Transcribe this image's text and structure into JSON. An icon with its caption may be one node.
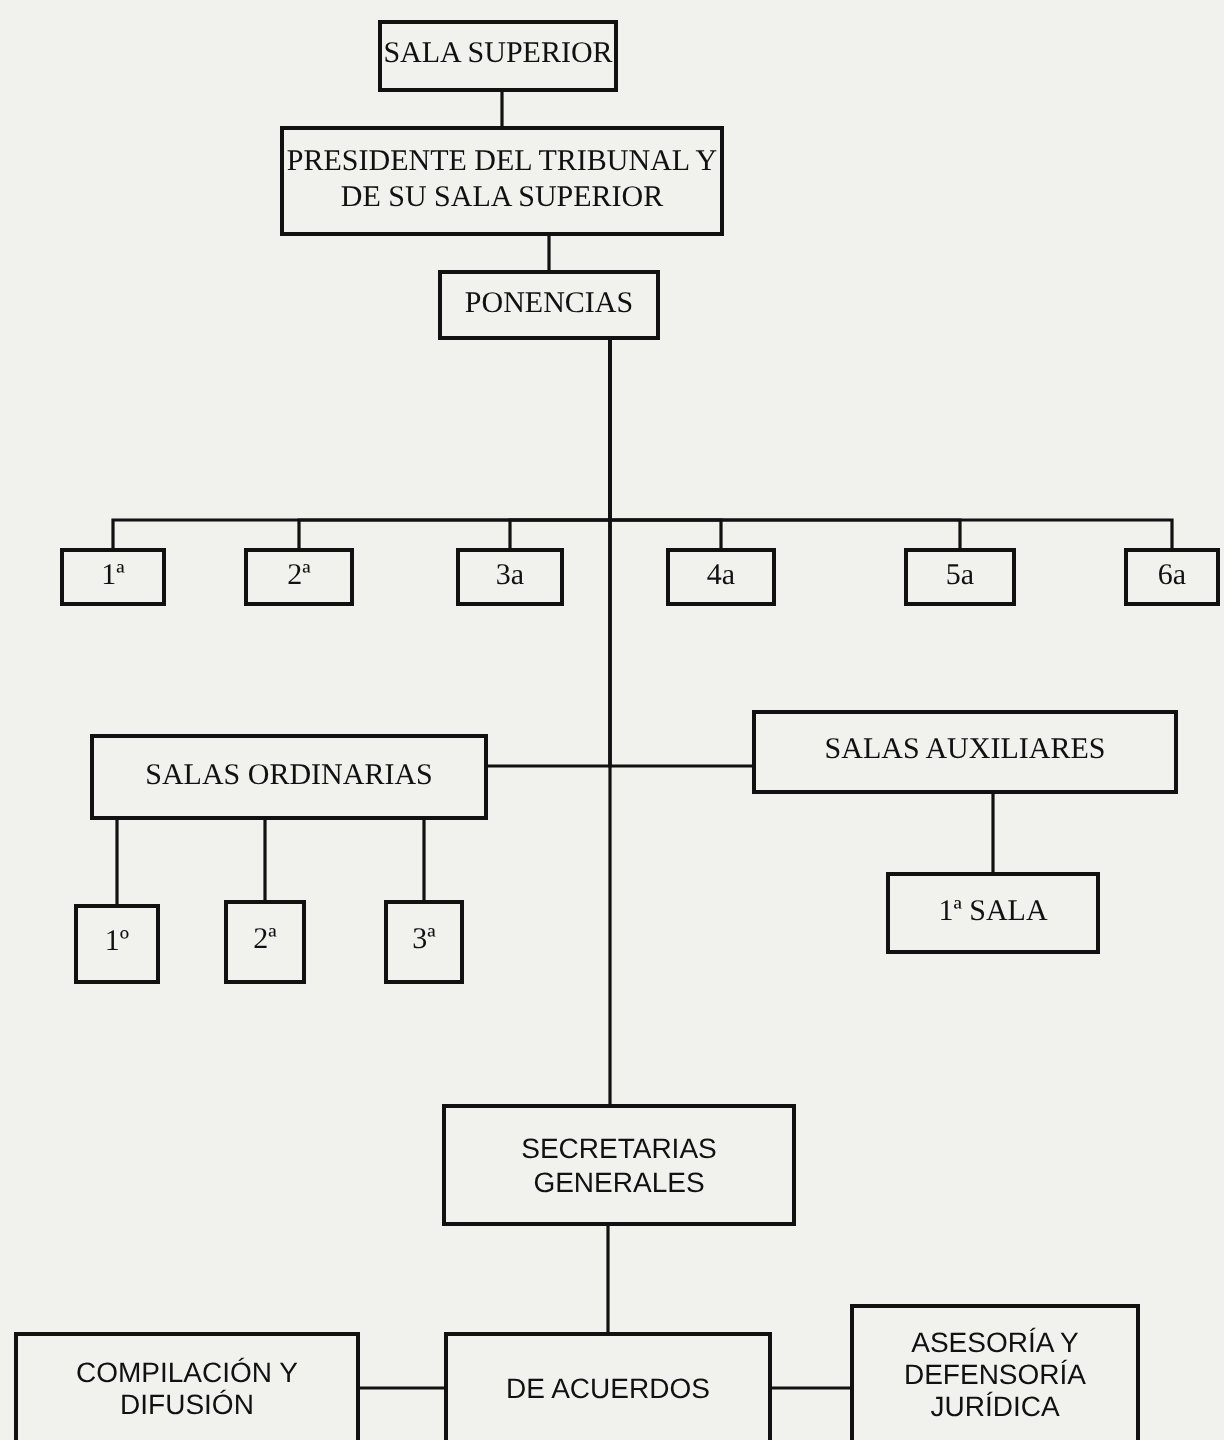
{
  "diagram": {
    "nodes": [
      {
        "text": [
          "SALA SUPERIOR"
        ]
      },
      {
        "text": [
          "PRESIDENTE DEL TRIBUNAL Y DE SU SALA SUPERIOR"
        ]
      },
      {
        "text": [
          "PONENCIAS"
        ]
      },
      {
        "text": [
          "1ª"
        ]
      },
      {
        "text": [
          "2ª"
        ]
      },
      {
        "text": [
          "3a"
        ]
      },
      {
        "text": [
          "4a"
        ]
      },
      {
        "text": [
          "5a"
        ]
      },
      {
        "text": [
          "6a"
        ]
      },
      {
        "text": [
          "SALAS ORDINARIAS"
        ]
      },
      {
        "text": [
          "SALAS AUXILIARES"
        ]
      },
      {
        "text": [
          "1º"
        ]
      },
      {
        "text": [
          "2ª"
        ]
      },
      {
        "text": [
          "3ª"
        ]
      },
      {
        "text": [
          "1ª SALA"
        ]
      },
      {
        "text": [
          "SECRETARIAS GENERALES"
        ]
      },
      {
        "text": [
          "COMPILACIÓN Y DIFUSIÓN"
        ]
      },
      {
        "text": [
          "DE ACUERDOS"
        ]
      },
      {
        "text": [
          "ASESORÍA Y DEFENSORÍA JURÍDICA"
        ]
      }
    ],
    "edges": [
      {
        "from": 0,
        "to": 1,
        "arrow": "none"
      },
      {
        "from": 1,
        "to": 2,
        "arrow": "none"
      },
      {
        "from": 2,
        "to": 3,
        "arrow": "none"
      },
      {
        "from": 2,
        "to": 4,
        "arrow": "none"
      },
      {
        "from": 2,
        "to": 5,
        "arrow": "none"
      },
      {
        "from": 2,
        "to": 6,
        "arrow": "none"
      },
      {
        "from": 2,
        "to": 7,
        "arrow": "none"
      },
      {
        "from": 2,
        "to": 8,
        "arrow": "none"
      },
      {
        "from": 2,
        "to": 9,
        "arrow": "none"
      },
      {
        "from": 2,
        "to": 10,
        "arrow": "none"
      },
      {
        "from": 2,
        "to": 15,
        "arrow": "none"
      },
      {
        "from": 9,
        "to": 11,
        "arrow": "none"
      },
      {
        "from": 9,
        "to": 12,
        "arrow": "none"
      },
      {
        "from": 9,
        "to": 13,
        "arrow": "none"
      },
      {
        "from": 10,
        "to": 14,
        "arrow": "none"
      },
      {
        "from": 15,
        "to": 17,
        "arrow": "none"
      },
      {
        "from": 17,
        "to": 16,
        "arrow": "none"
      },
      {
        "from": 17,
        "to": 18,
        "arrow": "none"
      }
    ]
  }
}
